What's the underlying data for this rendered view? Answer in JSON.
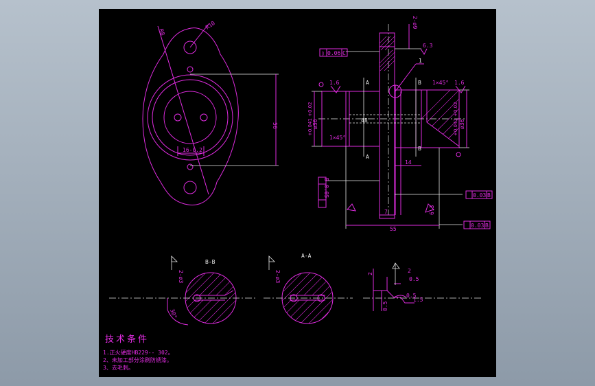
{
  "colors": {
    "line": "#e12ce1",
    "aux": "#e8e8e8",
    "paper": "#000000",
    "frame": "#a0acb8"
  },
  "top_view": {
    "dim_r8": "R8",
    "dim_r10": "R10",
    "dim_56": "56",
    "dim_16": "16-0.2"
  },
  "side_view": {
    "tol_flat": "0.06",
    "tol_flat_ref": "C",
    "chamfer_top": "1×45°",
    "rough_1": "1.6",
    "rough_2": "1.6",
    "rough_3": "6.3",
    "dia_left": "ø36",
    "dia_left_tol": "+0.041 +0.02",
    "dia_right": "ø36",
    "dia_right_tol": "+0.041 +0.02",
    "section_a": "A",
    "section_b": "B",
    "section_a2": "A",
    "section_b2": "B",
    "dim_top": "2-ø9",
    "dim_14": "14",
    "dim_7": "7",
    "dim_55": "55",
    "chamfer_left": "1×45°",
    "tol_perp": "0.05",
    "tol_perp_ref": "B",
    "tol_run1": "0.03",
    "tol_run1_ref": "B",
    "tol_run2": "0.03",
    "tol_run2_ref": "B",
    "dim_48": "48",
    "label_1": "1",
    "dim_12": "6.3"
  },
  "section_bb": {
    "title": "B-B",
    "dim": "2-ø3",
    "angle": "30°"
  },
  "section_aa": {
    "title": "A-A",
    "dim": "2-ø3"
  },
  "detail": {
    "dim_2": "2",
    "dim_05a": "0.5",
    "dim_05b": "0.5",
    "dim_05c": "0.5",
    "dim_15": "1.5",
    "dim_4": "2"
  },
  "notes": {
    "title": "技术条件",
    "items": [
      "1.正火硬度HB229-- 302。",
      "2、未加工部分涂刷防锈漆。",
      "3、去毛刺。"
    ]
  }
}
